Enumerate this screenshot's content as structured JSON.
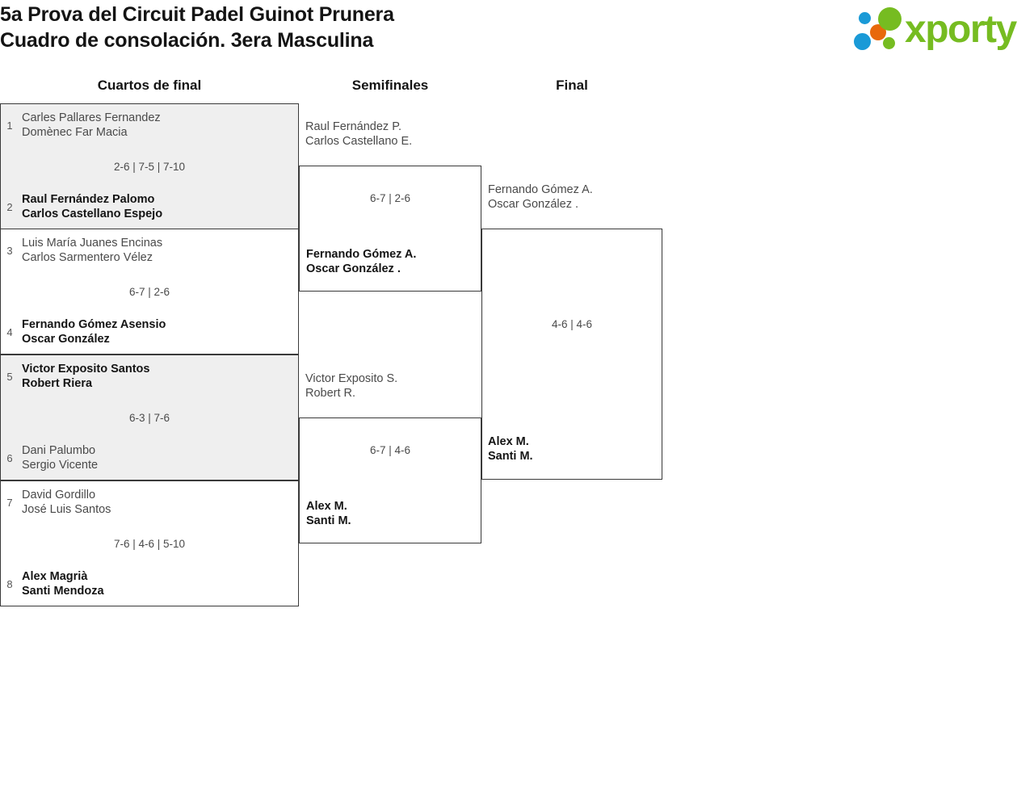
{
  "header": {
    "title_line_1": "5a Prova del Circuit Padel Guinot Prunera",
    "title_line_2": "Cuadro de consolación. 3era Masculina",
    "logo": {
      "wordmark": "xporty",
      "dot_colors": [
        "#1a9ad7",
        "#e8690b",
        "#76bc21",
        "#1a9ad7",
        "#76bc21"
      ]
    }
  },
  "bracket": {
    "rounds": [
      {
        "label": "Cuartos de final"
      },
      {
        "label": "Semifinales"
      },
      {
        "label": "Final"
      }
    ],
    "quarterfinals": [
      {
        "seed_top": "1",
        "top": {
          "p1": "Carles Pallares Fernandez",
          "p2": "Domènec Far Macia"
        },
        "seed_bottom": "2",
        "bottom": {
          "p1": "Raul Fernández Palomo",
          "p2": "Carlos Castellano Espejo"
        },
        "score": "2-6 | 7-5 | 7-10",
        "winner": "bottom"
      },
      {
        "seed_top": "3",
        "top": {
          "p1": "Luis María Juanes Encinas",
          "p2": "Carlos Sarmentero Vélez"
        },
        "seed_bottom": "4",
        "bottom": {
          "p1": "Fernando Gómez Asensio",
          "p2": "Oscar González"
        },
        "score": "6-7 | 2-6",
        "winner": "bottom"
      },
      {
        "seed_top": "5",
        "top": {
          "p1": "Victor Exposito Santos",
          "p2": "Robert Riera"
        },
        "seed_bottom": "6",
        "bottom": {
          "p1": "Dani Palumbo",
          "p2": "Sergio Vicente"
        },
        "score": "6-3 | 7-6",
        "winner": "top"
      },
      {
        "seed_top": "7",
        "top": {
          "p1": "David Gordillo",
          "p2": "José Luis Santos"
        },
        "seed_bottom": "8",
        "bottom": {
          "p1": "Alex Magrià",
          "p2": "Santi Mendoza"
        },
        "score": "7-6 | 4-6 | 5-10",
        "winner": "bottom"
      }
    ],
    "semifinals": [
      {
        "top": {
          "p1": "Raul Fernández P.",
          "p2": "Carlos Castellano E."
        },
        "bottom": {
          "p1": "Fernando Gómez A.",
          "p2": "Oscar González ."
        },
        "score": "6-7 | 2-6",
        "winner": "bottom"
      },
      {
        "top": {
          "p1": "Victor Exposito S.",
          "p2": "Robert R."
        },
        "bottom": {
          "p1": "Alex M.",
          "p2": "Santi M."
        },
        "score": "6-7 | 4-6",
        "winner": "bottom"
      }
    ],
    "final": {
      "top": {
        "p1": "Fernando Gómez A.",
        "p2": "Oscar González ."
      },
      "bottom": {
        "p1": "Alex M.",
        "p2": "Santi M."
      },
      "score": "4-6 | 4-6",
      "winner": "bottom"
    }
  }
}
